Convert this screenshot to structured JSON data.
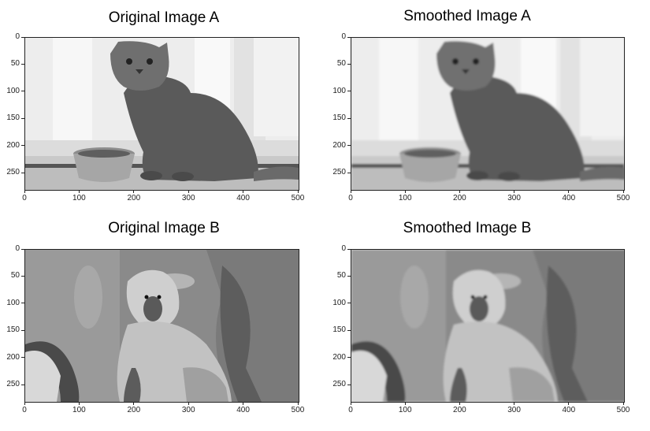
{
  "figure": {
    "panels": [
      {
        "id": "orig-a",
        "title": "Original Image A",
        "subject": "cat",
        "x_ticks": [
          "0",
          "100",
          "200",
          "300",
          "400",
          "500"
        ],
        "y_ticks": [
          "0",
          "50",
          "100",
          "150",
          "200",
          "250"
        ],
        "x_tick_values": [
          0,
          100,
          200,
          300,
          400,
          500
        ],
        "y_tick_values": [
          0,
          50,
          100,
          150,
          200,
          250
        ],
        "xlim": [
          0,
          500
        ],
        "ylim": [
          0,
          280
        ]
      },
      {
        "id": "smooth-a",
        "title": "Smoothed Image A",
        "subject": "cat",
        "x_ticks": [
          "0",
          "100",
          "200",
          "300",
          "400",
          "500"
        ],
        "y_ticks": [
          "0",
          "50",
          "100",
          "150",
          "200",
          "250"
        ],
        "x_tick_values": [
          0,
          100,
          200,
          300,
          400,
          500
        ],
        "y_tick_values": [
          0,
          50,
          100,
          150,
          200,
          250
        ],
        "xlim": [
          0,
          500
        ],
        "ylim": [
          0,
          280
        ]
      },
      {
        "id": "orig-b",
        "title": "Original Image B",
        "subject": "baboon",
        "x_ticks": [
          "0",
          "100",
          "200",
          "300",
          "400",
          "500"
        ],
        "y_ticks": [
          "0",
          "50",
          "100",
          "150",
          "200",
          "250"
        ],
        "x_tick_values": [
          0,
          100,
          200,
          300,
          400,
          500
        ],
        "y_tick_values": [
          0,
          50,
          100,
          150,
          200,
          250
        ],
        "xlim": [
          0,
          500
        ],
        "ylim": [
          0,
          280
        ]
      },
      {
        "id": "smooth-b",
        "title": "Smoothed Image B",
        "subject": "baboon",
        "x_ticks": [
          "0",
          "100",
          "200",
          "300",
          "400",
          "500"
        ],
        "y_ticks": [
          "0",
          "50",
          "100",
          "150",
          "200",
          "250"
        ],
        "x_tick_values": [
          0,
          100,
          200,
          300,
          400,
          500
        ],
        "y_tick_values": [
          0,
          50,
          100,
          150,
          200,
          250
        ],
        "xlim": [
          0,
          500
        ],
        "ylim": [
          0,
          280
        ]
      }
    ]
  }
}
